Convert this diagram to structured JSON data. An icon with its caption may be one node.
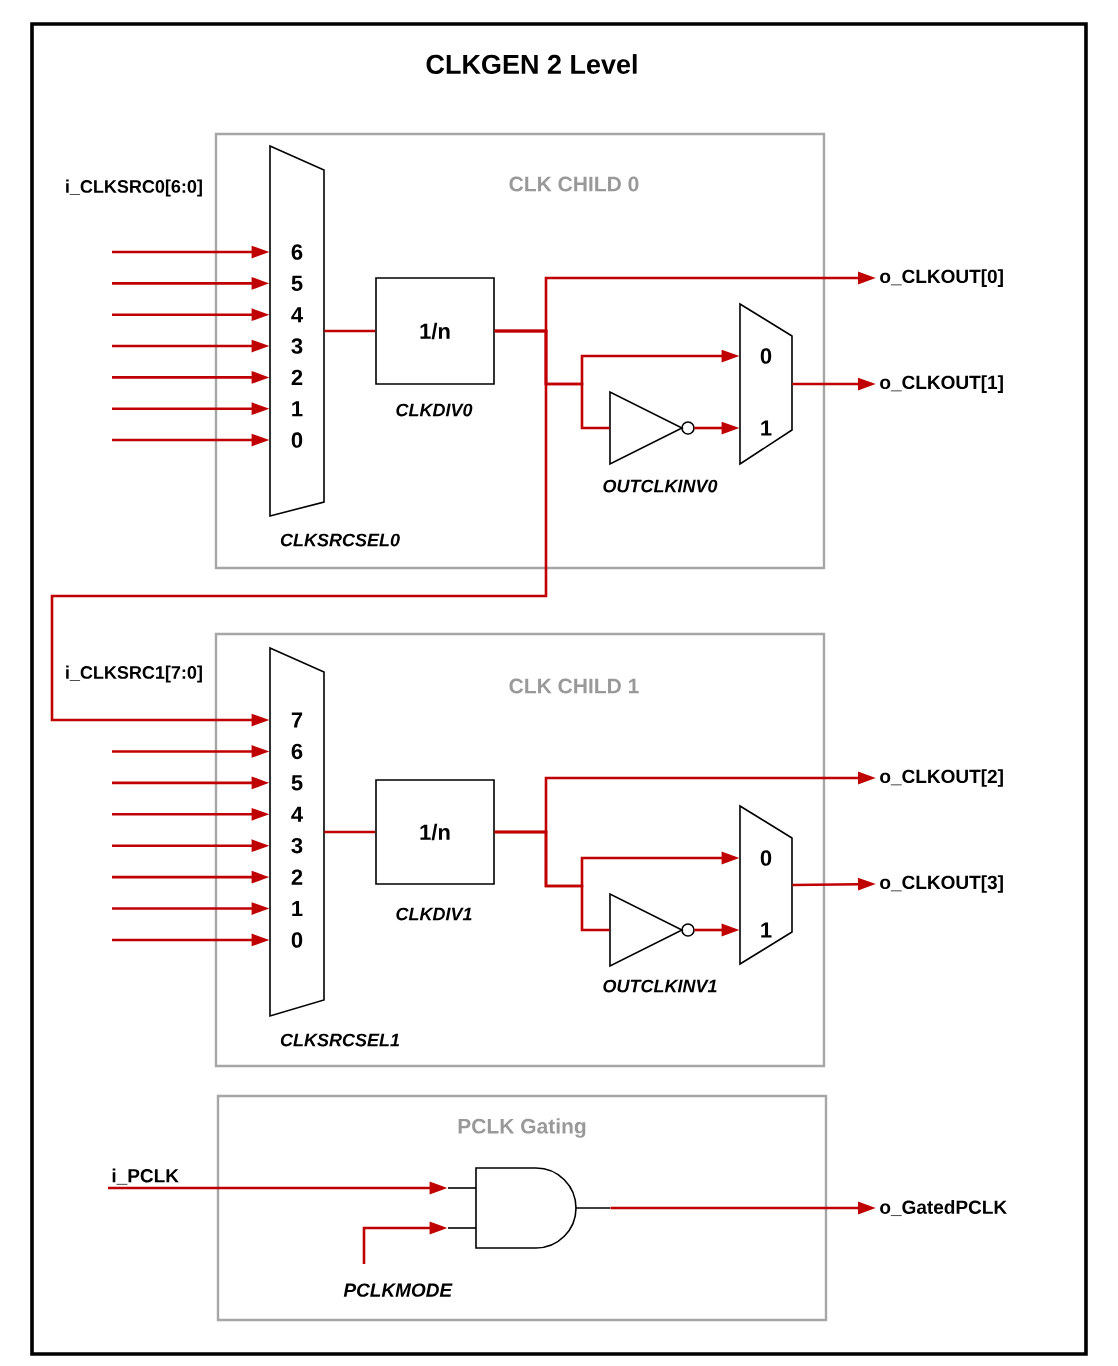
{
  "diagram": {
    "title": "CLKGEN 2 Level",
    "nodes": [
      {
        "text": [
          "CLK CHILD 0"
        ]
      },
      {
        "text": [
          "6",
          "5",
          "4",
          "3",
          "2",
          "1",
          "0"
        ],
        "beside": [
          "CLKSRCSEL0"
        ],
        "in": 0
      },
      {
        "text": [
          "1/n"
        ],
        "beside": [
          "CLKDIV0"
        ],
        "in": 0
      },
      {
        "text": [],
        "shape": "triangle",
        "beside": [
          "OUTCLKINV0"
        ],
        "in": 0
      },
      {
        "text": [
          "0",
          "1"
        ],
        "in": 0
      },
      {
        "text": [
          "CLK CHILD 1"
        ]
      },
      {
        "text": [
          "7",
          "6",
          "5",
          "4",
          "3",
          "2",
          "1",
          "0"
        ],
        "beside": [
          "CLKSRCSEL1"
        ],
        "in": 5
      },
      {
        "text": [
          "1/n"
        ],
        "beside": [
          "CLKDIV1"
        ],
        "in": 5
      },
      {
        "text": [],
        "shape": "triangle",
        "beside": [
          "OUTCLKINV1"
        ],
        "in": 5
      },
      {
        "text": [
          "0",
          "1"
        ],
        "in": 5
      },
      {
        "text": [
          "PCLK Gating"
        ]
      },
      {
        "text": [],
        "shape": "gate",
        "in": 10
      },
      {
        "text": [
          "o_CLKOUT[0]"
        ]
      },
      {
        "text": [
          "o_CLKOUT[1]"
        ]
      },
      {
        "text": [
          "o_CLKOUT[2]"
        ]
      },
      {
        "text": [
          "o_CLKOUT[3]"
        ]
      },
      {
        "text": [
          "i_PCLK"
        ]
      },
      {
        "text": [
          "PCLKMODE"
        ],
        "in": 10
      },
      {
        "text": [
          "o_GatedPCLK"
        ]
      }
    ],
    "edges": [
      {
        "from": null,
        "to": 1,
        "arrow": "to"
      },
      {
        "from": null,
        "to": 1,
        "arrow": "to"
      },
      {
        "from": null,
        "to": 1,
        "arrow": "to"
      },
      {
        "from": null,
        "to": 1,
        "arrow": "to"
      },
      {
        "from": null,
        "to": 1,
        "arrow": "to"
      },
      {
        "from": null,
        "to": 1,
        "arrow": "to"
      },
      {
        "from": null,
        "to": 1,
        "arrow": "to"
      },
      {
        "from": 1,
        "to": 2,
        "arrow": "none"
      },
      {
        "from": 2,
        "to": 12,
        "arrow": "to"
      },
      {
        "from": 2,
        "to": 4,
        "arrow": "to"
      },
      {
        "from": 2,
        "to": 3,
        "arrow": "none"
      },
      {
        "from": 3,
        "to": 4,
        "arrow": "to"
      },
      {
        "from": 4,
        "to": 13,
        "arrow": "to"
      },
      {
        "from": 2,
        "to": 6,
        "arrow": "to"
      },
      {
        "from": null,
        "to": 6,
        "arrow": "to"
      },
      {
        "from": null,
        "to": 6,
        "arrow": "to"
      },
      {
        "from": null,
        "to": 6,
        "arrow": "to"
      },
      {
        "from": null,
        "to": 6,
        "arrow": "to"
      },
      {
        "from": null,
        "to": 6,
        "arrow": "to"
      },
      {
        "from": null,
        "to": 6,
        "arrow": "to"
      },
      {
        "from": null,
        "to": 6,
        "arrow": "to"
      },
      {
        "from": 6,
        "to": 7,
        "arrow": "none"
      },
      {
        "from": 7,
        "to": 14,
        "arrow": "to"
      },
      {
        "from": 7,
        "to": 9,
        "arrow": "to"
      },
      {
        "from": 7,
        "to": 8,
        "arrow": "none"
      },
      {
        "from": 8,
        "to": 9,
        "arrow": "to"
      },
      {
        "from": 9,
        "to": 15,
        "arrow": "to"
      },
      {
        "from": 16,
        "to": 11,
        "arrow": "to"
      },
      {
        "from": 17,
        "to": 11,
        "arrow": "to"
      },
      {
        "from": 11,
        "to": 18,
        "arrow": "to"
      }
    ],
    "labels": [
      "i_CLKSRC0[6:0]",
      "i_CLKSRC1[7:0]"
    ]
  }
}
